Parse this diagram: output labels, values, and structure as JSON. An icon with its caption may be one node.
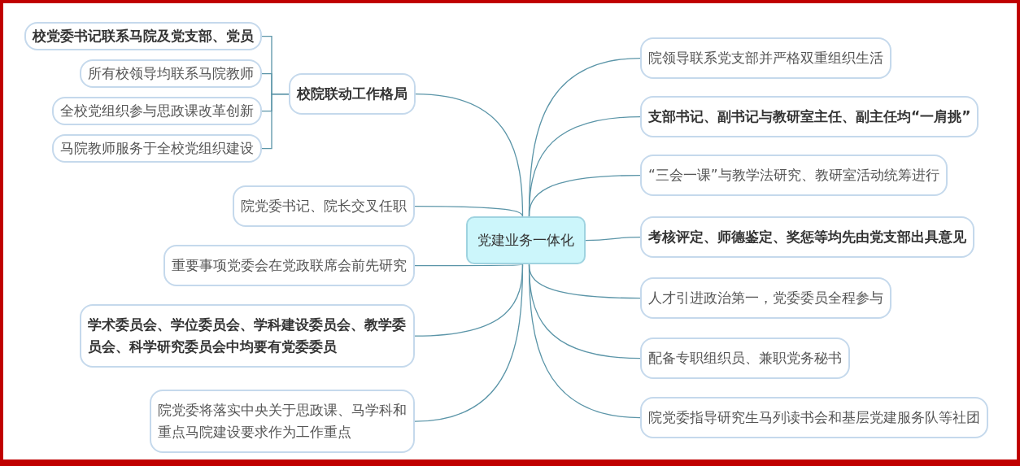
{
  "diagram": {
    "nodes": [
      {
        "text": [
          "党建业务一体化"
        ]
      },
      {
        "text": [
          "校院联动工作格局"
        ]
      },
      {
        "text": [
          "校党委书记联系马院及党支部、党员"
        ]
      },
      {
        "text": [
          "所有校领导均联系马院教师"
        ]
      },
      {
        "text": [
          "全校党组织参与思政课改革创新"
        ]
      },
      {
        "text": [
          "马院教师服务于全校党组织建设"
        ]
      },
      {
        "text": [
          "院党委书记、院长交叉任职"
        ]
      },
      {
        "text": [
          "重要事项党委会在党政联席会前先研究"
        ]
      },
      {
        "text": [
          "学术委员会、学位委员会、学科建设委员会、教学委员会、科学研究委员会中均要有党委委员"
        ]
      },
      {
        "text": [
          "院党委将落实中央关于思政课、马学科和重点马院建设要求作为工作重点"
        ]
      },
      {
        "text": [
          "院领导联系党支部并严格双重组织生活"
        ]
      },
      {
        "text": [
          "支部书记、副书记与教研室主任、副主任均“一肩挑”"
        ]
      },
      {
        "text": [
          "“三会一课”与教学法研究、教研室活动统筹进行"
        ]
      },
      {
        "text": [
          "考核评定、师德鉴定、奖惩等均先由党支部出具意见"
        ]
      },
      {
        "text": [
          "人才引进政治第一，党委委员全程参与"
        ]
      },
      {
        "text": [
          "配备专职组织员、兼职党务秘书"
        ]
      },
      {
        "text": [
          "院党委指导研究生马列读书会和基层党建服务队等社团"
        ]
      }
    ],
    "edges": [
      {
        "from": 0,
        "to": 1,
        "arrow": "none"
      },
      {
        "from": 1,
        "to": 2,
        "arrow": "none"
      },
      {
        "from": 1,
        "to": 3,
        "arrow": "none"
      },
      {
        "from": 1,
        "to": 4,
        "arrow": "none"
      },
      {
        "from": 1,
        "to": 5,
        "arrow": "none"
      },
      {
        "from": 0,
        "to": 6,
        "arrow": "none"
      },
      {
        "from": 0,
        "to": 7,
        "arrow": "none"
      },
      {
        "from": 0,
        "to": 8,
        "arrow": "none"
      },
      {
        "from": 0,
        "to": 9,
        "arrow": "none"
      },
      {
        "from": 0,
        "to": 10,
        "arrow": "none"
      },
      {
        "from": 0,
        "to": 11,
        "arrow": "none"
      },
      {
        "from": 0,
        "to": 12,
        "arrow": "none"
      },
      {
        "from": 0,
        "to": 13,
        "arrow": "none"
      },
      {
        "from": 0,
        "to": 14,
        "arrow": "none"
      },
      {
        "from": 0,
        "to": 15,
        "arrow": "none"
      },
      {
        "from": 0,
        "to": 16,
        "arrow": "none"
      }
    ]
  }
}
